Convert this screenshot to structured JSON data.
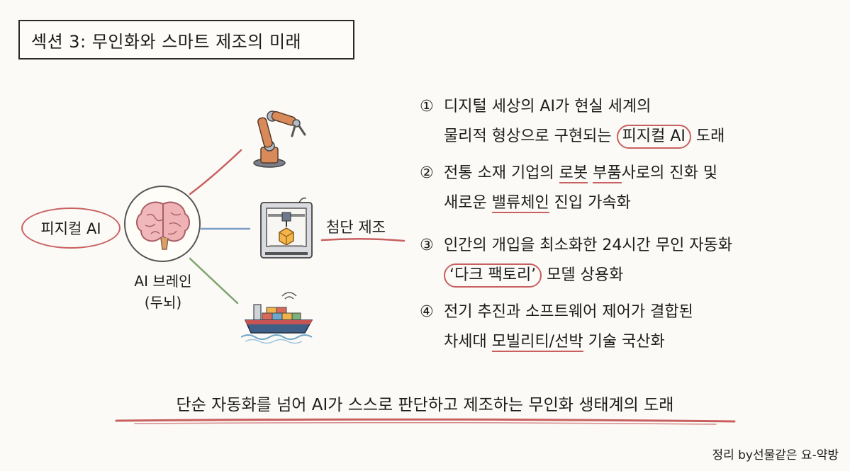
{
  "title": "섹션 3: 무인화와 스마트 제조의 미래",
  "left_label": "피지컬 AI",
  "brain": {
    "line1": "AI 브레인",
    "line2": "(두뇌)"
  },
  "manufacturing_label": "첨단 제조",
  "icons": [
    "robot-arm-icon",
    "3d-printer-icon",
    "cargo-ship-icon",
    "brain-icon"
  ],
  "colors": {
    "red_accent": "#c96060",
    "blue_line": "#7a9cc6",
    "green_line": "#7fa46f",
    "ink": "#1c1c1c"
  },
  "items": [
    {
      "num": "①",
      "line1": "디지털 세상의 AI가 현실 세계의",
      "line2_a": "물리적 형상으로 구현되는 ",
      "line2_hl": "피지컬 AI",
      "line2_b": " 도래"
    },
    {
      "num": "②",
      "line1_a": "전통 소재 기업의 ",
      "line1_hl1": "로봇",
      "line1_sp": " ",
      "line1_hl2": "부품",
      "line1_b": "사로의 진화 및",
      "line2_a": "새로운 ",
      "line2_hl": "밸류체인",
      "line2_b": " 진입 가속화"
    },
    {
      "num": "③",
      "line1": "인간의 개입을 최소화한 24시간 무인 자동화",
      "line2_hl": "‘다크 팩토리’",
      "line2_b": " 모델 상용화"
    },
    {
      "num": "④",
      "line1": "전기 추진과 소프트웨어 제어가 결합된",
      "line2_a": "차세대 ",
      "line2_hl": "모빌리티/선박",
      "line2_b": " 기술 국산화"
    }
  ],
  "bottom_text": "단순 자동화를 넘어 AI가 스스로 판단하고 제조하는 무인화 생태계의 도래",
  "credit": "정리 by선물같은 요-약방"
}
